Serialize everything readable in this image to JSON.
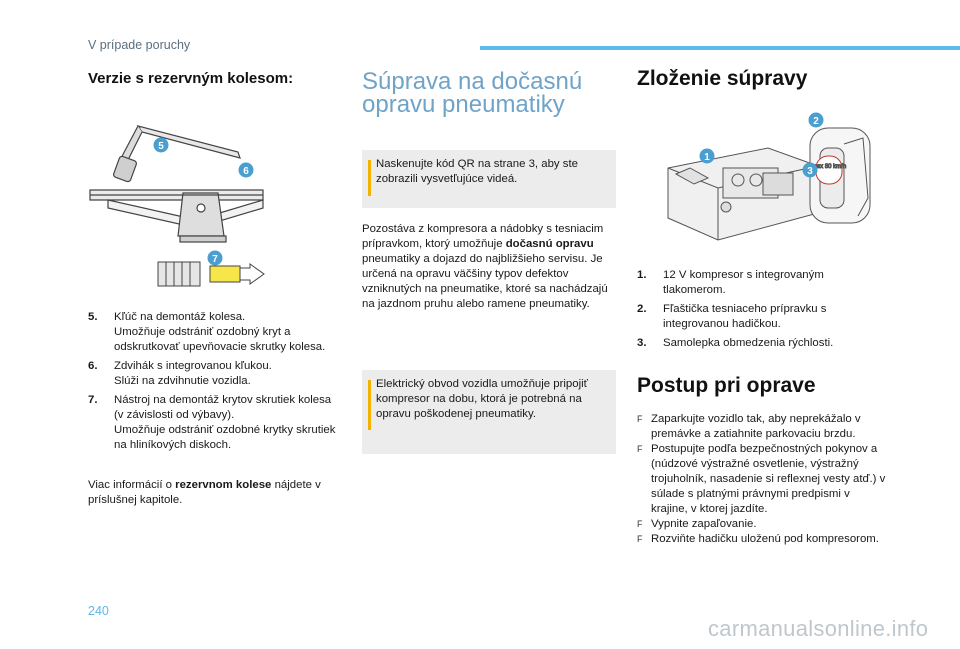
{
  "header": {
    "section": "V prípade poruchy"
  },
  "left": {
    "heading": "Verzie s rezervným kolesom:",
    "items": [
      {
        "num": "5.",
        "lines": [
          "Kľúč na demontáž kolesa.",
          "Umožňuje odstrániť ozdobný kryt a odskrutkovať upevňovacie skrutky kolesa."
        ]
      },
      {
        "num": "6.",
        "lines": [
          "Zdvihák s integrovanou kľukou.",
          "Slúži na zdvihnutie vozidla."
        ]
      },
      {
        "num": "7.",
        "lines": [
          "Nástroj na demontáž krytov skrutiek kolesa (v závislosti od výbavy).",
          "Umožňuje odstrániť ozdobné krytky skrutiek na hliníkových diskoch."
        ]
      }
    ],
    "note_pre": "Viac informácií o ",
    "note_bold": "rezervnom kolese",
    "note_post": " nájdete v príslušnej kapitole.",
    "callouts": [
      "5",
      "6",
      "7"
    ]
  },
  "middle": {
    "heading_line1": "Súprava na dočasnú",
    "heading_line2": "opravu pneumatiky",
    "box1": "Naskenujte kód QR na strane 3, aby ste zobrazili vysvetľujúce videá.",
    "para_pre": "Pozostáva z kompresora a nádobky s tesniacim prípravkom, ktorý umožňuje ",
    "para_bold": "dočasnú opravu",
    "para_post": " pneumatiky a dojazd do najbližšieho servisu. Je určená na opravu väčšiny typov defektov vzniknutých na pneumatike, ktoré sa nachádzajú na jazdnom pruhu alebo ramene pneumatiky.",
    "box2": "Elektrický obvod vozidla umožňuje pripojiť kompresor na dobu, ktorá je potrebná na opravu poškodenej pneumatiky."
  },
  "right": {
    "heading": "Zloženie súpravy",
    "items": [
      {
        "num": "1.",
        "text": "12 V kompresor s integrovaným tlakomerom."
      },
      {
        "num": "2.",
        "text": "Fľaštička tesniaceho prípravku s integrovanou hadičkou."
      },
      {
        "num": "3.",
        "text": "Samolepka obmedzenia rýchlosti."
      }
    ],
    "callouts": [
      "1",
      "2",
      "3"
    ],
    "sticker_text": "max 80 km/h",
    "heading2": "Postup pri oprave",
    "bullet_symbol": "F",
    "steps": [
      "Zaparkujte vozidlo tak, aby neprekážalo v premávke a zatiahnite parkovaciu brzdu.",
      "Postupujte podľa bezpečnostných pokynov a (núdzové výstražné osvetlenie, výstražný trojuholník, nasadenie si reflexnej vesty atď.) v súlade s platnými právnymi predpismi v krajine, v ktorej jazdíte.",
      "Vypnite zapaľovanie.",
      "Rozviňte hadičku uloženú pod kompresorom."
    ]
  },
  "footer": {
    "page": "240",
    "watermark": "carmanualsonline.info"
  },
  "colors": {
    "accent": "#5eb8e8",
    "callout": "#4a9fd0",
    "box_bg": "#ececec",
    "box_bar": "#f2b200",
    "heading_light": "#6fa3c8"
  }
}
